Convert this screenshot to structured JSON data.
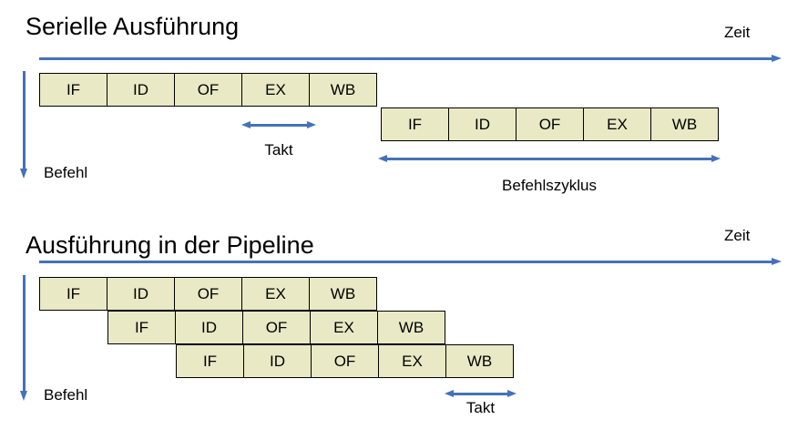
{
  "colors": {
    "accent": "#4472b8",
    "cell_fill": "#e9e9c6",
    "cell_border": "#000000",
    "text": "#000000",
    "background": "#ffffff"
  },
  "serial": {
    "title": "Serielle Ausführung",
    "time_label": "Zeit",
    "befehl_label": "Befehl",
    "takt_label": "Takt",
    "cycle_label": "Befehlszyklus",
    "rows": [
      {
        "offset": 0,
        "stages": [
          "IF",
          "ID",
          "OF",
          "EX",
          "WB"
        ]
      },
      {
        "offset": 5,
        "stages": [
          "IF",
          "ID",
          "OF",
          "EX",
          "WB"
        ]
      }
    ]
  },
  "pipeline": {
    "title": "Ausführung in der Pipeline",
    "time_label": "Zeit",
    "befehl_label": "Befehl",
    "takt_label": "Takt",
    "rows": [
      {
        "offset": 0,
        "stages": [
          "IF",
          "ID",
          "OF",
          "EX",
          "WB"
        ]
      },
      {
        "offset": 1,
        "stages": [
          "IF",
          "ID",
          "OF",
          "EX",
          "WB"
        ]
      },
      {
        "offset": 2,
        "stages": [
          "IF",
          "ID",
          "OF",
          "EX",
          "WB"
        ]
      }
    ]
  }
}
